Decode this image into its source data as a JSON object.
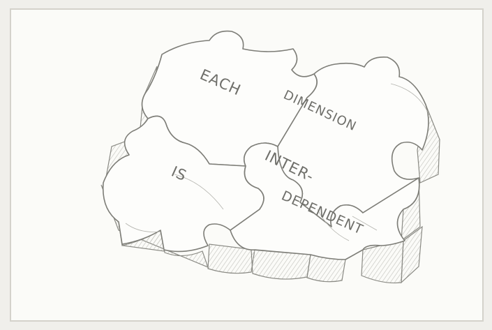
{
  "puzzle": {
    "words": {
      "each": "EACH",
      "dimension": "DIMENSION",
      "is": "IS",
      "inter": "INTER-",
      "dependent": "DEPENDENT"
    }
  },
  "colors": {
    "paper": "#fbfbf8",
    "pencil": "#6f6f6a",
    "shade": "#c9c9c4"
  }
}
